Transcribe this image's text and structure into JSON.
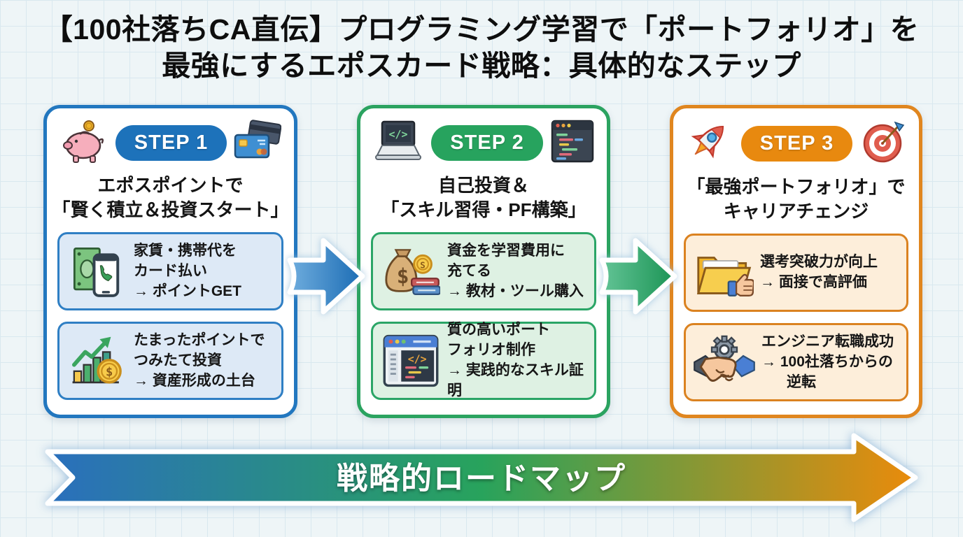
{
  "title": {
    "line1": "【100社落ちCA直伝】プログラミング学習で「ポートフォリオ」を",
    "line2": "最強にするエポスカード戦略：具体的なステップ"
  },
  "steps": [
    {
      "badge": "STEP 1",
      "theme_color": "#2277bf",
      "badge_color": "#1d72ba",
      "item_bg_color": "#dde9f6",
      "icon_left": "piggy-bank-icon",
      "icon_right": "credit-cards-icon",
      "title_lines": [
        "エポスポイントで",
        "「賢く積立＆投資スタート」"
      ],
      "items": [
        {
          "icon": "cash-phone-icon",
          "lines": [
            "家賃・携帯代を",
            "カード払い",
            "→ ポイントGET"
          ]
        },
        {
          "icon": "growth-chart-icon",
          "lines": [
            "たまったポイントで",
            "つみたて投資",
            "→ 資産形成の土台"
          ]
        }
      ]
    },
    {
      "badge": "STEP 2",
      "theme_color": "#2ba360",
      "badge_color": "#27a35e",
      "item_bg_color": "#def1e3",
      "icon_left": "laptop-code-icon",
      "icon_right": "code-editor-icon",
      "title_lines": [
        "自己投資＆",
        "「スキル習得・PF構築」"
      ],
      "items": [
        {
          "icon": "money-bag-books-icon",
          "lines": [
            "資金を学習費用に",
            "充てる",
            "→ 教材・ツール購入"
          ]
        },
        {
          "icon": "browser-code-icon",
          "lines": [
            "質の高いポート",
            "フォリオ制作",
            "→ 実践的なスキル証明"
          ]
        }
      ]
    },
    {
      "badge": "STEP 3",
      "theme_color": "#e0861f",
      "badge_color": "#e8890f",
      "item_bg_color": "#fdeeda",
      "icon_left": "rocket-icon",
      "icon_right": "target-icon",
      "title_lines": [
        "「最強ポートフォリオ」で",
        "キャリアチェンジ"
      ],
      "items": [
        {
          "icon": "folder-thumbsup-icon",
          "lines": [
            "選考突破力が向上",
            "→ 面接で高評価"
          ]
        },
        {
          "icon": "handshake-gear-icon",
          "lines": [
            "エンジニア転職成功",
            "→ 100社落ちからの",
            "逆転"
          ]
        }
      ]
    }
  ],
  "connectors": [
    {
      "name": "arrow-step1-to-step2",
      "color": "#1e78c0"
    },
    {
      "name": "arrow-step2-to-step3",
      "color": "#22a362"
    }
  ],
  "roadmap": {
    "label": "戦略的ロードマップ",
    "gradient": [
      "#2a6fbd",
      "#28a35c",
      "#ea8b0b"
    ]
  }
}
